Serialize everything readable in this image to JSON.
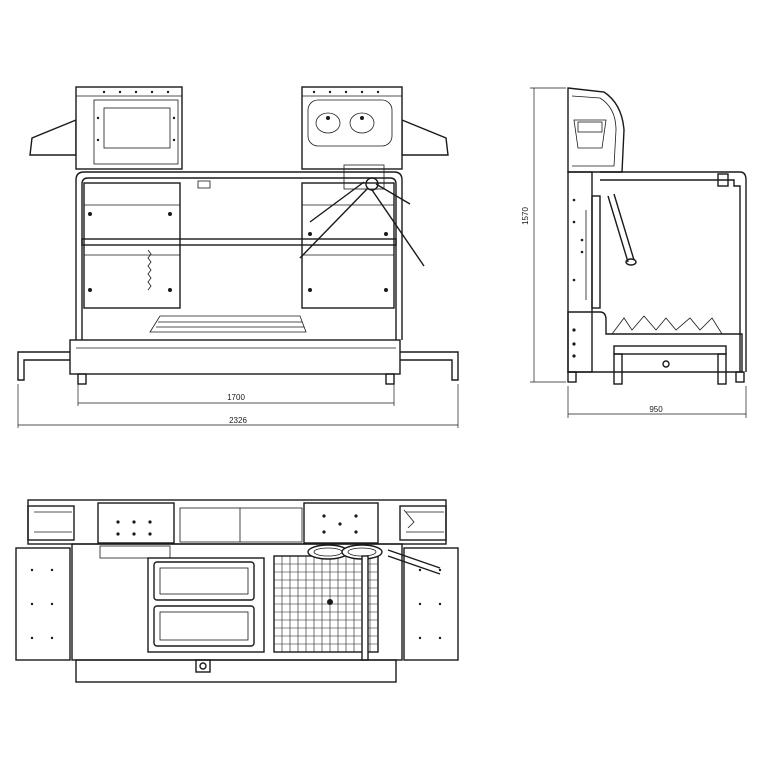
{
  "drawing": {
    "dimensions": {
      "inner_width": "1700",
      "overall_width": "2326",
      "height": "1570",
      "depth": "950"
    }
  }
}
